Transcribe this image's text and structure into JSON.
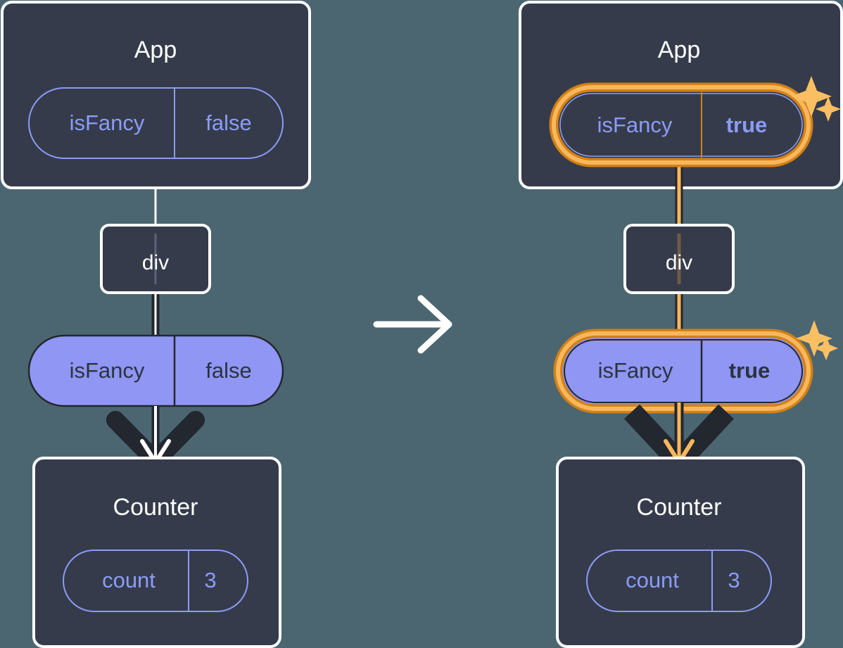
{
  "diagram": {
    "type": "react-component-tree-state-update",
    "background_color": "#4b6670",
    "colors": {
      "panel_fill": "#353b4a",
      "panel_stroke": "#ffffff",
      "pill_outline_stroke": "#8b9cf7",
      "pill_solid_fill": "#8f96f3",
      "pill_solid_text": "#2b3440",
      "edge_dark": "#23272f",
      "edge_white": "#ffffff",
      "highlight_outer": "#d38116",
      "highlight_inner": "#f8b75d",
      "sparkle": "#fbbf63",
      "title_text": "#ffffff",
      "value_text_purple": "#8b9cf7"
    },
    "transition_arrow": {
      "icon": "arrow-right-icon",
      "color": "#ffffff"
    },
    "panels": [
      {
        "id": "before",
        "state": "initial",
        "highlighted": false,
        "app": {
          "title": "App",
          "state_pill": {
            "key": "isFancy",
            "value": "false",
            "style": "outline",
            "bold_value": false,
            "highlighted": false
          }
        },
        "div": {
          "label": "div"
        },
        "prop_pill": {
          "key": "isFancy",
          "value": "false",
          "style": "solid",
          "bold_value": false,
          "highlighted": false
        },
        "counter": {
          "title": "Counter",
          "state_pill": {
            "key": "count",
            "value": "3",
            "style": "outline",
            "bold_value": false,
            "highlighted": false
          }
        },
        "sparkles": []
      },
      {
        "id": "after",
        "state": "updated",
        "highlighted": true,
        "app": {
          "title": "App",
          "state_pill": {
            "key": "isFancy",
            "value": "true",
            "style": "outline",
            "bold_value": true,
            "highlighted": true
          }
        },
        "div": {
          "label": "div"
        },
        "prop_pill": {
          "key": "isFancy",
          "value": "true",
          "style": "solid",
          "bold_value": true,
          "highlighted": true
        },
        "counter": {
          "title": "Counter",
          "state_pill": {
            "key": "count",
            "value": "3",
            "style": "outline",
            "bold_value": false,
            "highlighted": false
          }
        },
        "sparkles": [
          "sparkle-large",
          "sparkle-small",
          "sparkle-large",
          "sparkle-small"
        ]
      }
    ]
  }
}
